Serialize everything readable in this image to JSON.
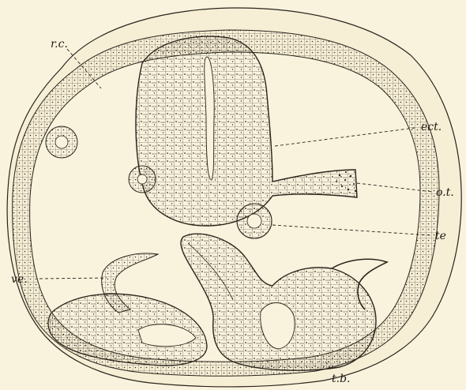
{
  "figure": {
    "labels": {
      "rc": "r.c.",
      "ect": "ect.",
      "ot": "o.t.",
      "te": "te",
      "ve": "ve.",
      "tb": "t.b."
    },
    "colors": {
      "background": "#f9f3de",
      "ink": "#2a241c",
      "tissue": "#f4ecd2"
    }
  }
}
